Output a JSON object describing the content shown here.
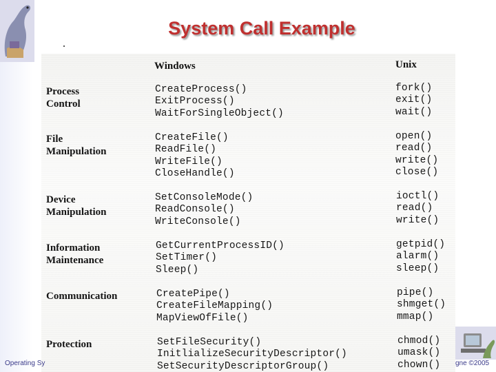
{
  "title": "System Call Example",
  "headers": {
    "windows": "Windows",
    "unix": "Unix"
  },
  "rows": [
    {
      "category": [
        "Process",
        "Control"
      ],
      "windows": [
        "CreateProcess()",
        "ExitProcess()",
        "WaitForSingleObject()"
      ],
      "unix": [
        "fork()",
        "exit()",
        "wait()"
      ]
    },
    {
      "category": [
        "File",
        "Manipulation"
      ],
      "windows": [
        "CreateFile()",
        "ReadFile()",
        "WriteFile()",
        "CloseHandle()"
      ],
      "unix": [
        "open()",
        "read()",
        "write()",
        "close()"
      ]
    },
    {
      "category": [
        "Device",
        "Manipulation"
      ],
      "windows": [
        "SetConsoleMode()",
        "ReadConsole()",
        "WriteConsole()"
      ],
      "unix": [
        "ioctl()",
        "read()",
        "write()"
      ]
    },
    {
      "category": [
        "Information",
        "Maintenance"
      ],
      "windows": [
        "GetCurrentProcessID()",
        "SetTimer()",
        "Sleep()"
      ],
      "unix": [
        "getpid()",
        "alarm()",
        "sleep()"
      ]
    },
    {
      "category": [
        "Communication"
      ],
      "windows": [
        "CreatePipe()",
        "CreateFileMapping()",
        "MapViewOfFile()"
      ],
      "unix": [
        "pipe()",
        "shmget()",
        "mmap()"
      ]
    },
    {
      "category": [
        "Protection"
      ],
      "windows": [
        "SetFileSecurity()",
        "InitlializeSecurityDescriptor()",
        "SetSecurityDescriptorGroup()"
      ],
      "unix": [
        "chmod()",
        "umask()",
        "chown()"
      ]
    }
  ],
  "footer": {
    "left": "Operating Sy",
    "right": "gne ©2005"
  },
  "colors": {
    "title": "#c0302f",
    "footer": "#3a3a8a"
  }
}
